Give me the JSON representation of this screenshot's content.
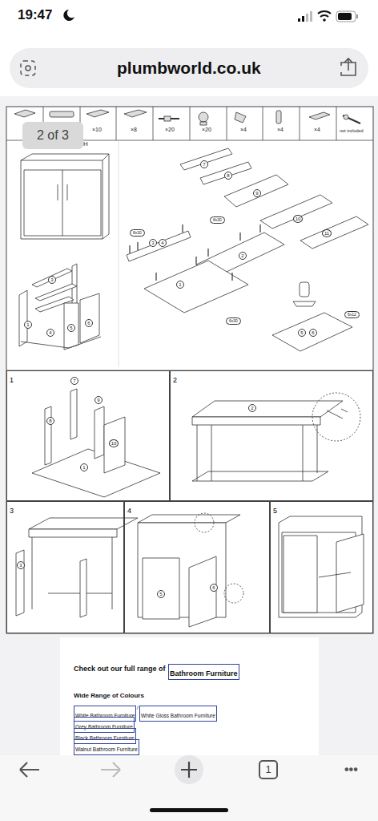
{
  "diagram": {
    "nodes": [
      {
        "text": [
          "plumbworld.co.uk"
        ]
      },
      {
        "text": [
          "2 of 3"
        ]
      },
      {
        "text": [
          "1"
        ]
      },
      {
        "text": [
          "2"
        ]
      },
      {
        "text": [
          "3"
        ]
      },
      {
        "text": [
          "4"
        ]
      },
      {
        "text": [
          "5"
        ]
      },
      {
        "text": [
          "Bathroom Furniture"
        ]
      },
      {
        "text": [
          "White Bathroom Furniture"
        ]
      },
      {
        "text": [
          "White Gloss Bathroom Furniture"
        ]
      },
      {
        "text": [
          "Grey Bathroom Furniture"
        ]
      },
      {
        "text": [
          "Black Bathroom Furniture"
        ]
      },
      {
        "text": [
          "Walnut Bathroom Furniture"
        ]
      },
      {
        "text": [
          "1"
        ]
      }
    ],
    "labels": [
      "19:47",
      "×10",
      "×8",
      "×20",
      "×20",
      "×4",
      "×4",
      "×4",
      "not included",
      "H",
      "7",
      "8",
      "9",
      "10",
      "11",
      "3",
      "4",
      "8x30",
      "8x30",
      "2",
      "1",
      "6x30",
      "5",
      "6",
      "6x12",
      "1",
      "5",
      "6",
      "4",
      "3",
      "7",
      "8",
      "9",
      "10",
      "1",
      "2",
      "3",
      "5",
      "6",
      "Check out our full range of",
      "Wide Range of Colours",
      "/",
      "•••"
    ]
  }
}
